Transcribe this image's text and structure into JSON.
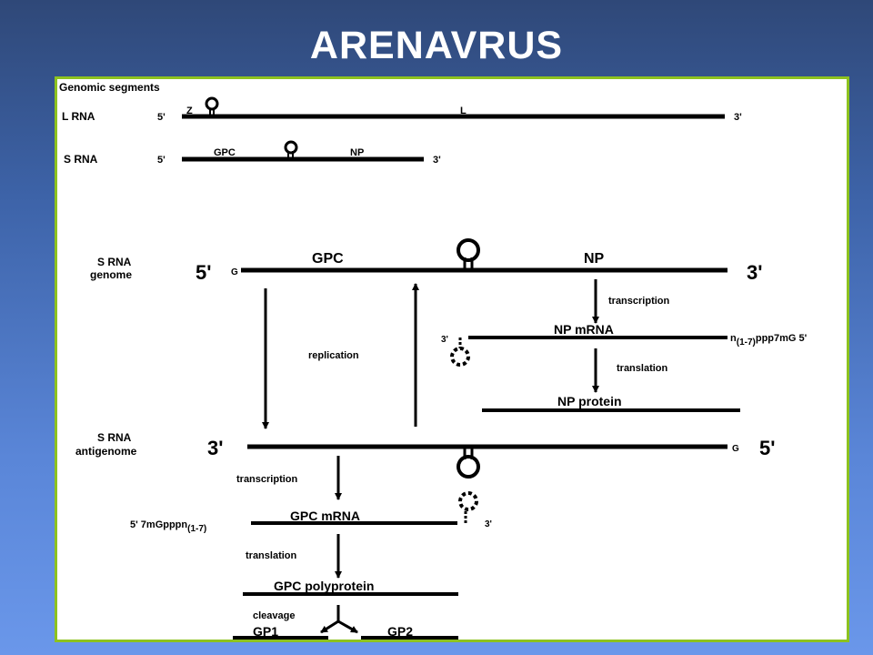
{
  "slide": {
    "title": "ARENAVRUS"
  },
  "colors": {
    "background": "#3d63a8",
    "panel_border": "#8dc21f",
    "ink": "#000000"
  },
  "diagram": {
    "genomic_heading": "Genomic segments",
    "l_rna": {
      "label": "L RNA",
      "five": "5'",
      "z": "Z",
      "l": "L",
      "three": "3'"
    },
    "s_rna": {
      "label": "S RNA",
      "five": "5'",
      "gpc": "GPC",
      "np": "NP",
      "three": "3'"
    },
    "genome": {
      "label1": "S RNA",
      "label2": "genome",
      "five": "5'",
      "g": "G",
      "gpc": "GPC",
      "np": "NP",
      "three": "3'"
    },
    "replication": "replication",
    "np_branch": {
      "transcription": "transcription",
      "mrna": "NP mRNA",
      "three": "3'",
      "cap_n": "n",
      "cap_sub": "(1-7)",
      "cap_rest": "ppp7mG 5'",
      "translation": "translation",
      "protein": "NP protein"
    },
    "antigenome": {
      "label1": "S RNA",
      "label2": "antigenome",
      "three": "3'",
      "g": "G",
      "five": "5'"
    },
    "gpc_branch": {
      "transcription": "transcription",
      "mrna": "GPC mRNA",
      "cap_prefix": "5' 7mGpppn",
      "cap_sub": "(1-7)",
      "three": "3'",
      "translation": "translation",
      "polyprotein": "GPC polyprotein",
      "cleavage": "cleavage",
      "gp1": "GP1",
      "gp2": "GP2"
    }
  }
}
